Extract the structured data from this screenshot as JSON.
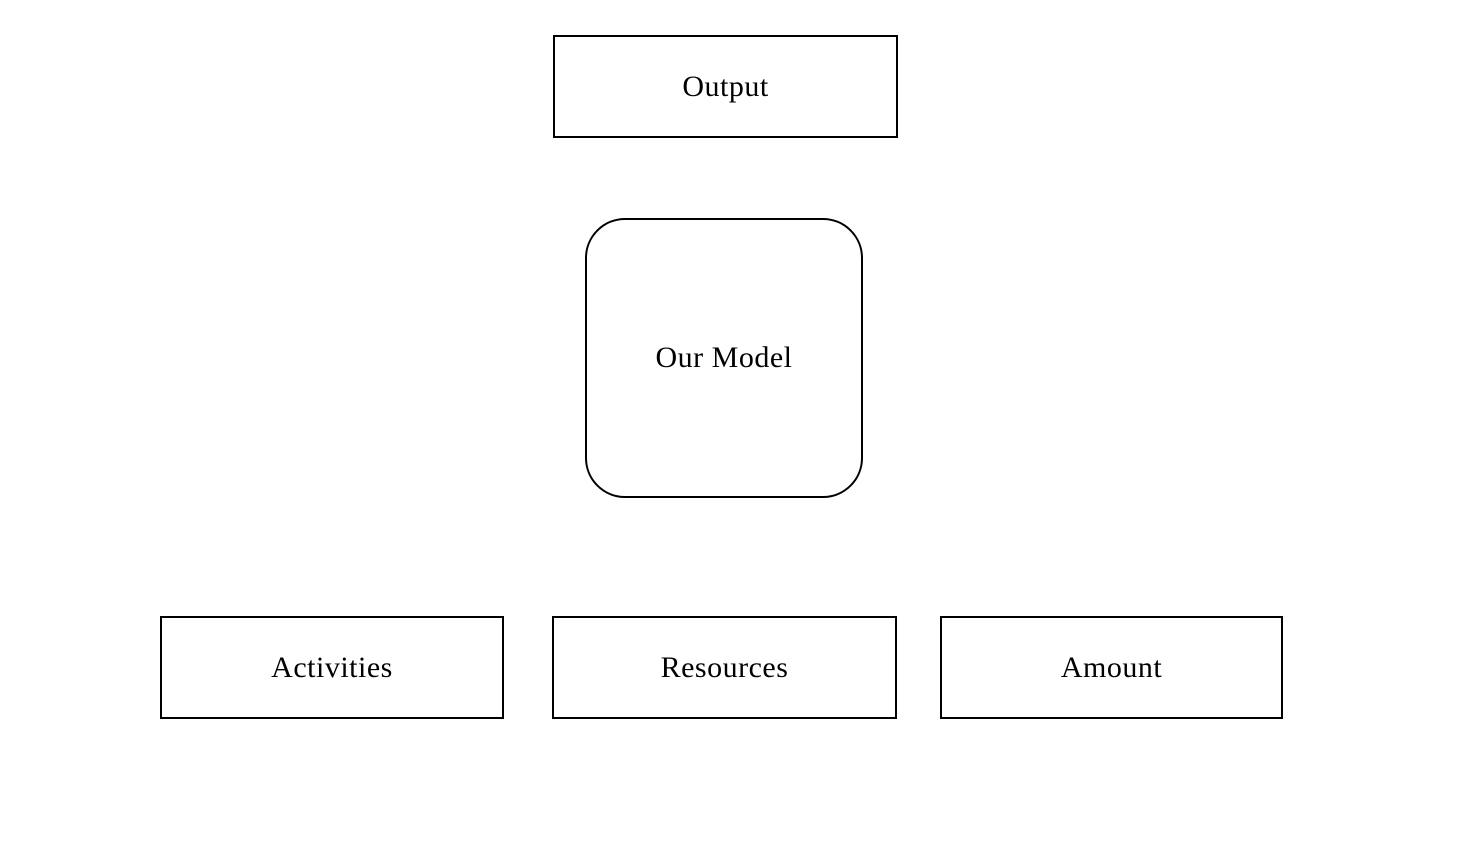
{
  "diagram": {
    "nodes": [
      {
        "id": "output",
        "label": "Output",
        "shape": "rectangle"
      },
      {
        "id": "our-model",
        "label": "Our Model",
        "shape": "rounded-rectangle"
      },
      {
        "id": "activities",
        "label": "Activities",
        "shape": "rectangle"
      },
      {
        "id": "resources",
        "label": "Resources",
        "shape": "rectangle"
      },
      {
        "id": "amount",
        "label": "Amount",
        "shape": "rectangle"
      }
    ],
    "colors": {
      "background": "#ffffff",
      "node_fill": "#ffffff",
      "node_border": "#000000",
      "text": "#000000"
    },
    "connectors": []
  }
}
